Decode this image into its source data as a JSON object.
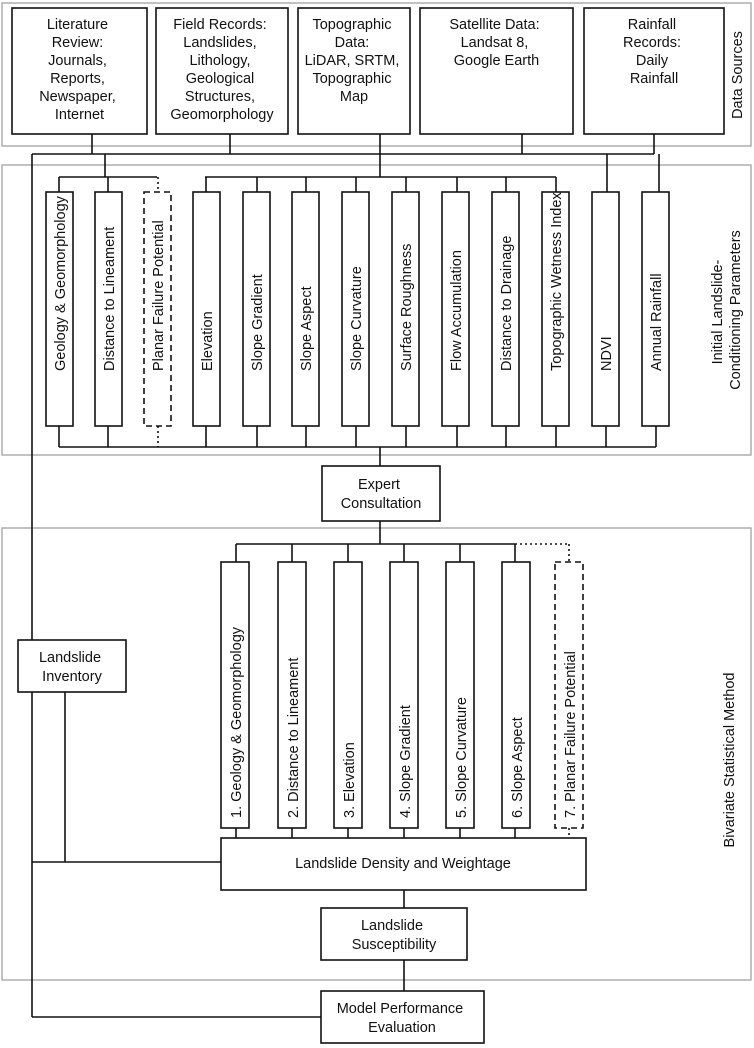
{
  "sections": {
    "data_sources": "Data Sources",
    "initial_params": [
      "Initial Landslide-",
      "Conditioning Parameters"
    ],
    "bivariate": "Bivariate Statistical Method"
  },
  "sources": [
    [
      "Literature",
      "Review:",
      "Journals,",
      "Reports,",
      "Newspaper,",
      "Internet"
    ],
    [
      "Field Records:",
      "Landslides,",
      "Lithology,",
      "Geological",
      "Structures,",
      "Geomorphology"
    ],
    [
      "Topographic",
      "Data:",
      "LiDAR, SRTM,",
      "Topographic",
      "Map"
    ],
    [
      "Satellite Data:",
      "Landsat 8,",
      "Google Earth"
    ],
    [
      "Rainfall",
      "Records:",
      "Daily",
      "Rainfall"
    ]
  ],
  "initial_parameters": [
    "Geology & Geomorphology",
    "Distance to Lineament",
    "Planar Failure Potential",
    "Elevation",
    "Slope Gradient",
    "Slope Aspect",
    "Slope Curvature",
    "Surface Roughness",
    "Flow Accumulation",
    "Distance to Drainage",
    "Topographic Wetness Index",
    "NDVI",
    "Annual Rainfall"
  ],
  "expert": [
    "Expert",
    "Consultation"
  ],
  "selected_parameters": [
    "1. Geology & Geomorphology",
    "2. Distance to Lineament",
    "3. Elevation",
    "4. Slope Gradient",
    "5. Slope Curvature",
    "6. Slope Aspect",
    "7. Planar Failure Potential"
  ],
  "inventory": [
    "Landslide",
    "Inventory"
  ],
  "density": "Landslide Density and Weightage",
  "susceptibility": [
    "Landslide",
    "Susceptibility"
  ],
  "evaluation": [
    "Model Performance",
    "Evaluation"
  ]
}
